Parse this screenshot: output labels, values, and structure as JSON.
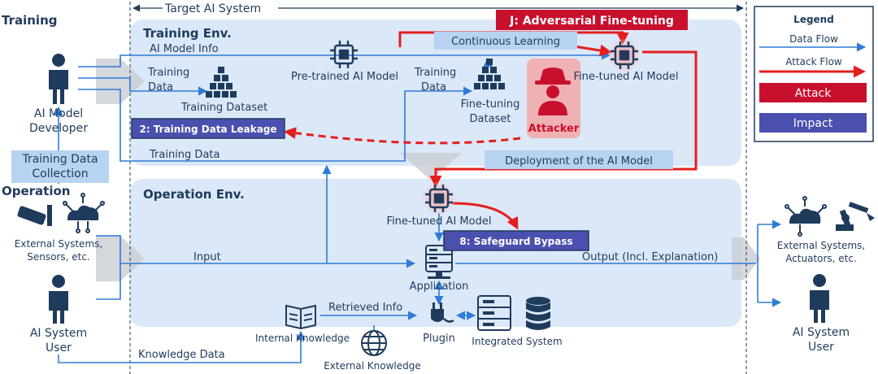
{
  "sections": {
    "training": "Training",
    "operation": "Operation",
    "target_system": "Target AI System",
    "training_env": "Training Env.",
    "operation_env": "Operation Env."
  },
  "actors": {
    "developer": [
      "AI Model",
      "Developer"
    ],
    "external_in": [
      "External Systems,",
      "Sensors, etc."
    ],
    "user_left": [
      "AI System",
      "User"
    ],
    "external_out": [
      "External Systems,",
      "Actuators, etc."
    ],
    "user_right": [
      "AI System",
      "User"
    ],
    "attacker": "Attacker"
  },
  "nodes": {
    "training_dataset": "Training Dataset",
    "pretrained_model": "Pre-trained AI Model",
    "finetuning_dataset": [
      "Fine-tuning",
      "Dataset"
    ],
    "finetuned_model_train": "Fine-tuned AI Model",
    "finetuned_model_op": "Fine-tuned AI Model",
    "application": "Application",
    "plugin": "Plugin",
    "integrated_system": "Integrated System",
    "internal_knowledge": "Internal Knowledge",
    "external_knowledge": "External Knowledge"
  },
  "flows": {
    "ai_model_info": "AI Model Info",
    "training_data_1": [
      "Training",
      "Data"
    ],
    "training_data_2": [
      "Training",
      "Data"
    ],
    "training_data_3": "Training Data",
    "training_data_collection": [
      "Training Data",
      "Collection"
    ],
    "continuous_learning": "Continuous Learning",
    "deployment": "Deployment of the AI Model",
    "input": "Input",
    "output": "Output (Incl. Explanation)",
    "retrieved_info": "Retrieved Info",
    "knowledge_data": "Knowledge Data"
  },
  "callouts": {
    "attack_j": "J: Adversarial Fine-tuning",
    "impact_2": "2: Training Data Leakage",
    "impact_8": "8: Safeguard Bypass"
  },
  "legend": {
    "title": "Legend",
    "data_flow": "Data Flow",
    "attack_flow": "Attack Flow",
    "attack": "Attack",
    "impact": "Impact"
  },
  "colors": {
    "data_flow": "#2f7bd6",
    "attack_flow": "#e41e1e",
    "attack_box": "#c8102e",
    "impact_box": "#4b4fae",
    "env_background": "#dbe8f8",
    "label_highlight": "#b8d3f1"
  }
}
